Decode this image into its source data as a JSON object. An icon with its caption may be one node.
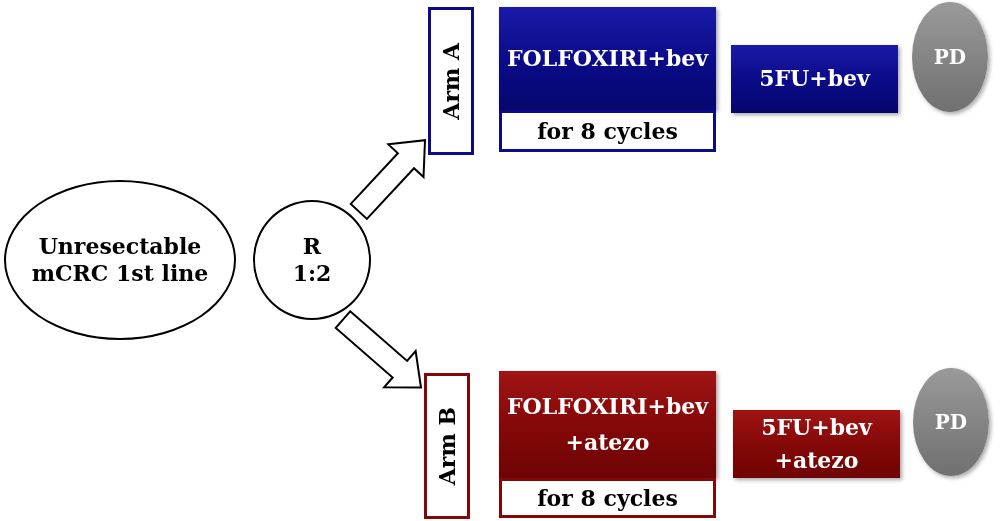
{
  "diagram": {
    "nodes": [
      {
        "text": [
          "Unresectable mCRC 1st line"
        ]
      },
      {
        "text": [
          "R 1:2"
        ]
      },
      {
        "text": [
          "Arm A"
        ]
      },
      {
        "text": [
          "FOLFOXIRI+bev"
        ]
      },
      {
        "text": [
          "for 8 cycles"
        ]
      },
      {
        "text": [
          "5FU+bev"
        ]
      },
      {
        "text": [
          "PD"
        ]
      },
      {
        "text": [
          "Arm B"
        ]
      },
      {
        "text": [
          "FOLFOXIRI+bev +atezo"
        ]
      },
      {
        "text": [
          "for 8 cycles"
        ]
      },
      {
        "text": [
          "5FU+bev +atezo"
        ]
      },
      {
        "text": [
          "PD"
        ]
      }
    ],
    "edges": [
      {
        "from": 1,
        "to": 2,
        "arrow": "to",
        "style": "thick"
      },
      {
        "from": 1,
        "to": 7,
        "arrow": "to",
        "style": "thick"
      }
    ]
  }
}
